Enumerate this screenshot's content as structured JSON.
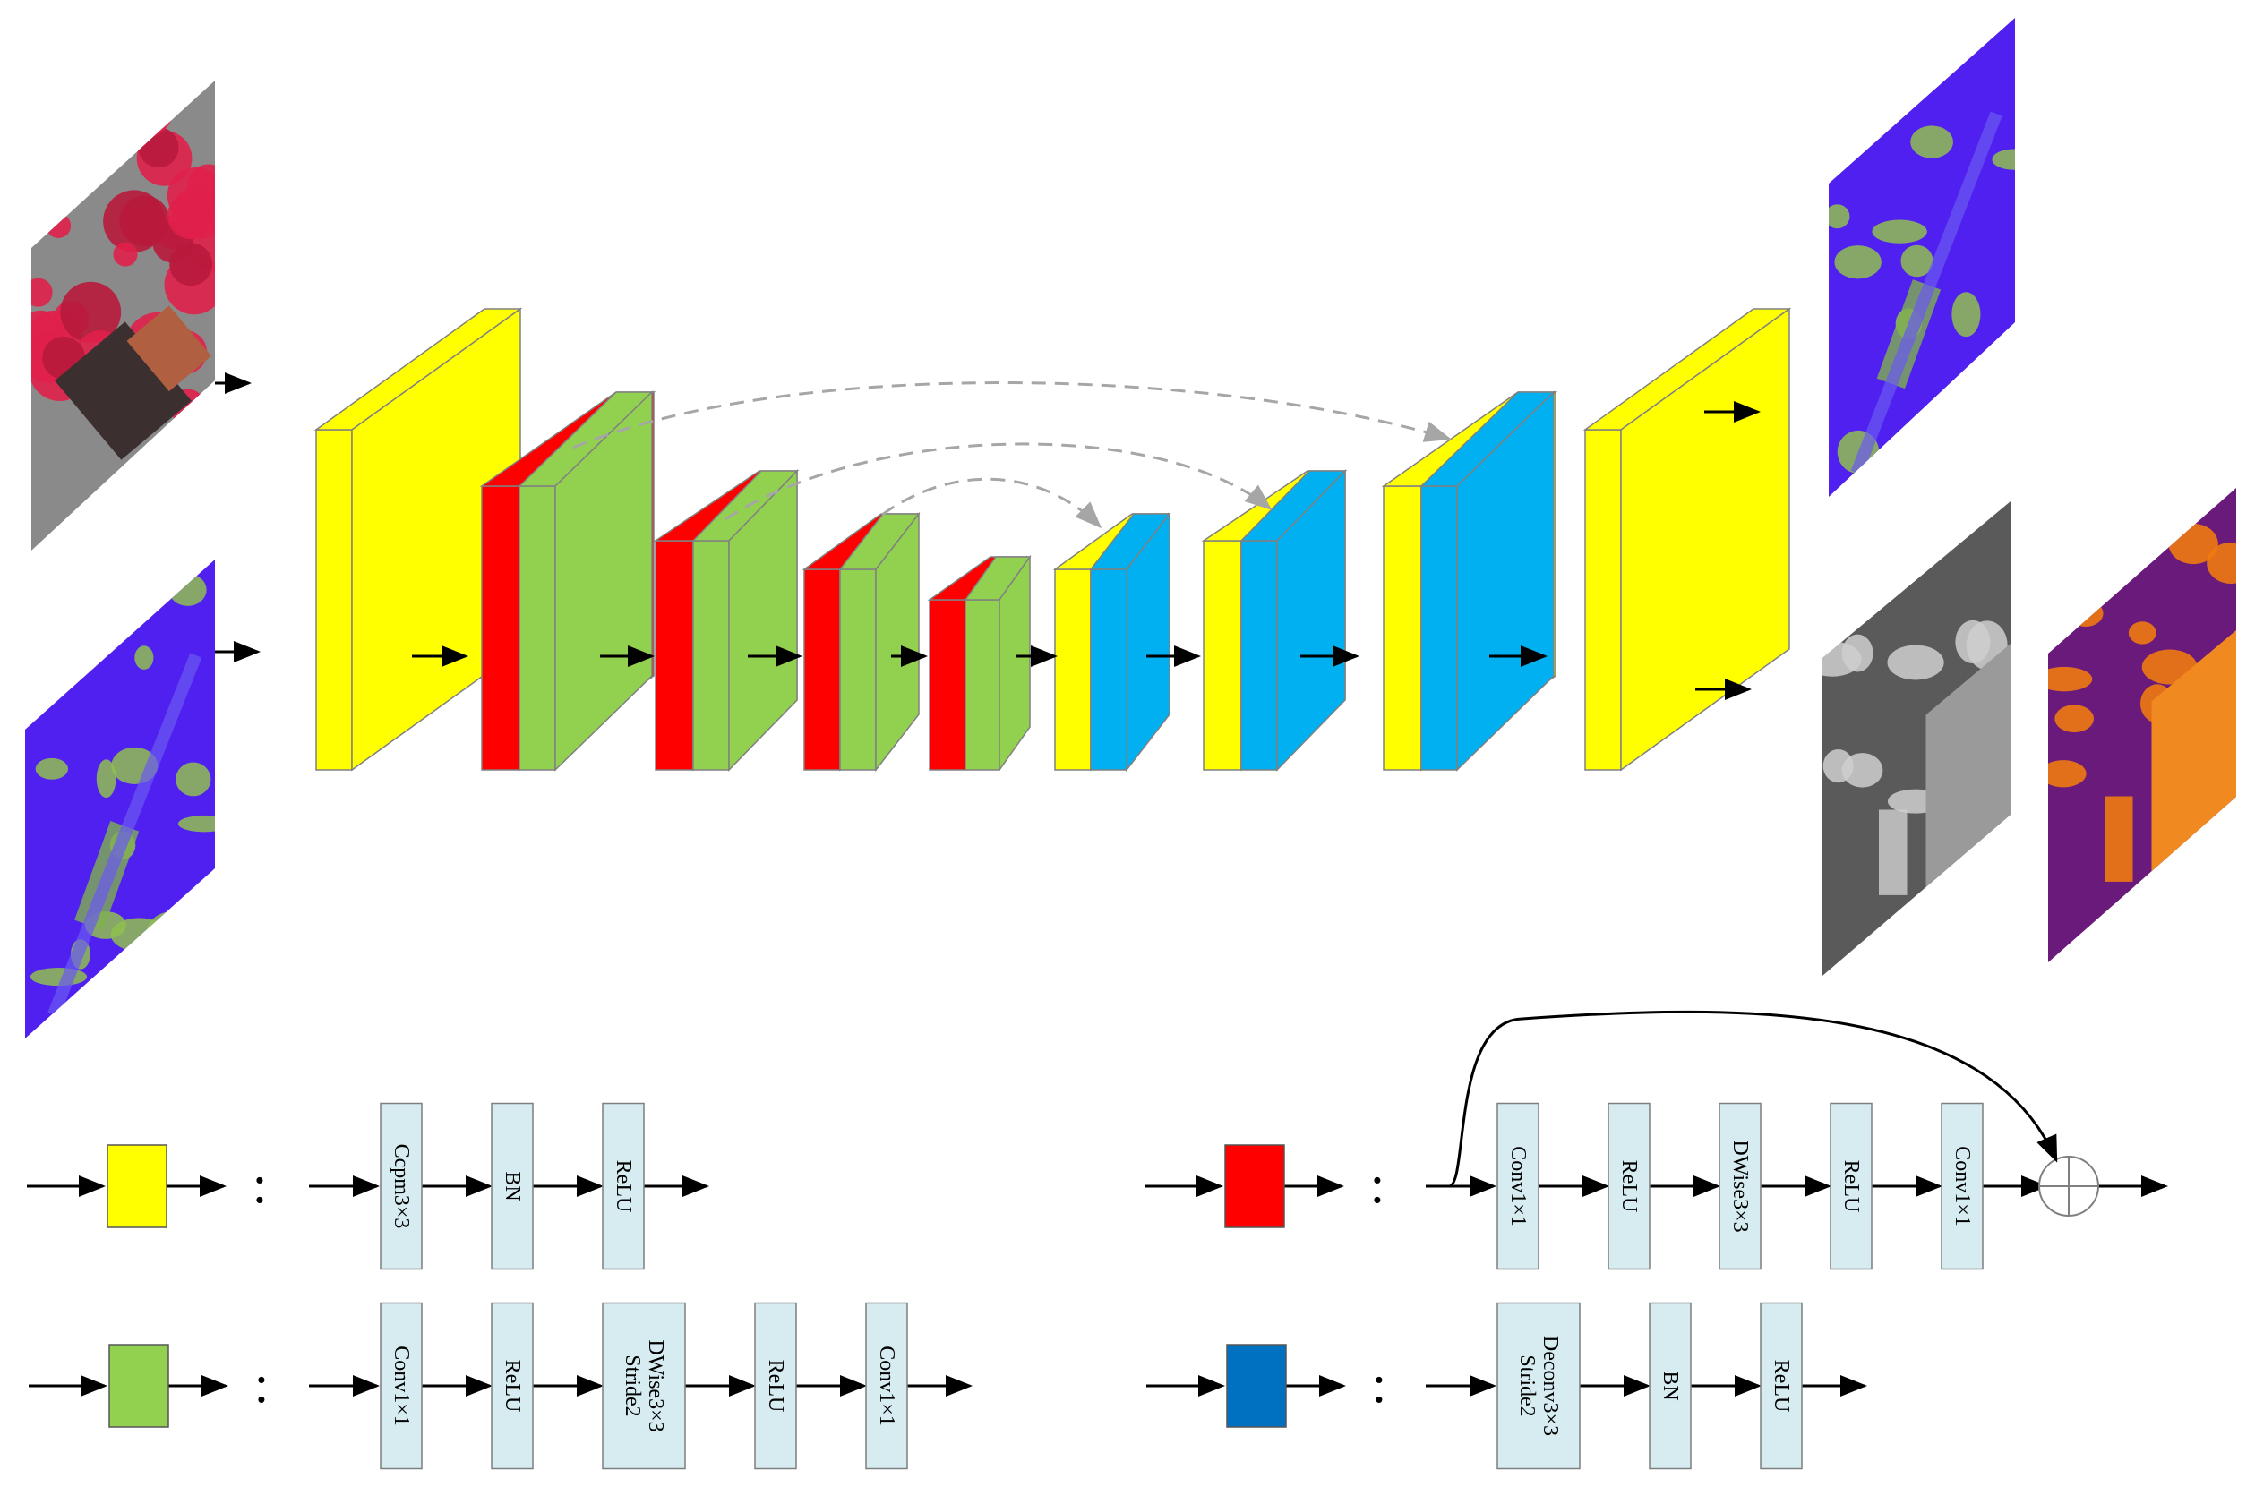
{
  "colors": {
    "block_yellow": "#FFFF00",
    "block_red": "#FF0000",
    "block_green": "#92D050",
    "block_cyan": "#00B0F0",
    "block_blue": "#0070C0",
    "op_box_fill": "#D6ECF0",
    "skip_arrow": "#A6A6A6",
    "arrow": "#000000"
  },
  "inputs": [
    {
      "name": "input-infrared-image",
      "style": "false-color aerial photo (red vegetation, gray roads)"
    },
    {
      "name": "input-elevation-image",
      "style": "blue-purple map with green blobs"
    }
  ],
  "outputs": [
    {
      "name": "output-segmentation-image",
      "style": "blue-purple map with green blobs"
    },
    {
      "name": "output-height-grayscale-image",
      "style": "grayscale height map"
    },
    {
      "name": "output-height-colormap-image",
      "style": "orange-purple colormap"
    }
  ],
  "network": {
    "encoder": [
      "yellow",
      "red-green",
      "red-green",
      "red-green",
      "red-green"
    ],
    "decoder": [
      "yellow-cyan",
      "yellow-cyan",
      "yellow-cyan",
      "yellow"
    ]
  },
  "legend": {
    "yellow_block": {
      "ops": [
        "Ccpm3×3",
        "BN",
        "ReLU"
      ]
    },
    "green_block": {
      "ops": [
        "Conv1×1",
        "ReLU",
        [
          "DWise3×3",
          "Stride2"
        ],
        "ReLU",
        "Conv1×1"
      ]
    },
    "red_block": {
      "ops": [
        "Conv1×1",
        "ReLU",
        "DWise3×3",
        "ReLU",
        "Conv1×1"
      ],
      "residual": true
    },
    "blue_block": {
      "ops": [
        [
          "Deconv3×3",
          "Stride2"
        ],
        "BN",
        "ReLU"
      ]
    },
    "separator_glyph": ":"
  }
}
